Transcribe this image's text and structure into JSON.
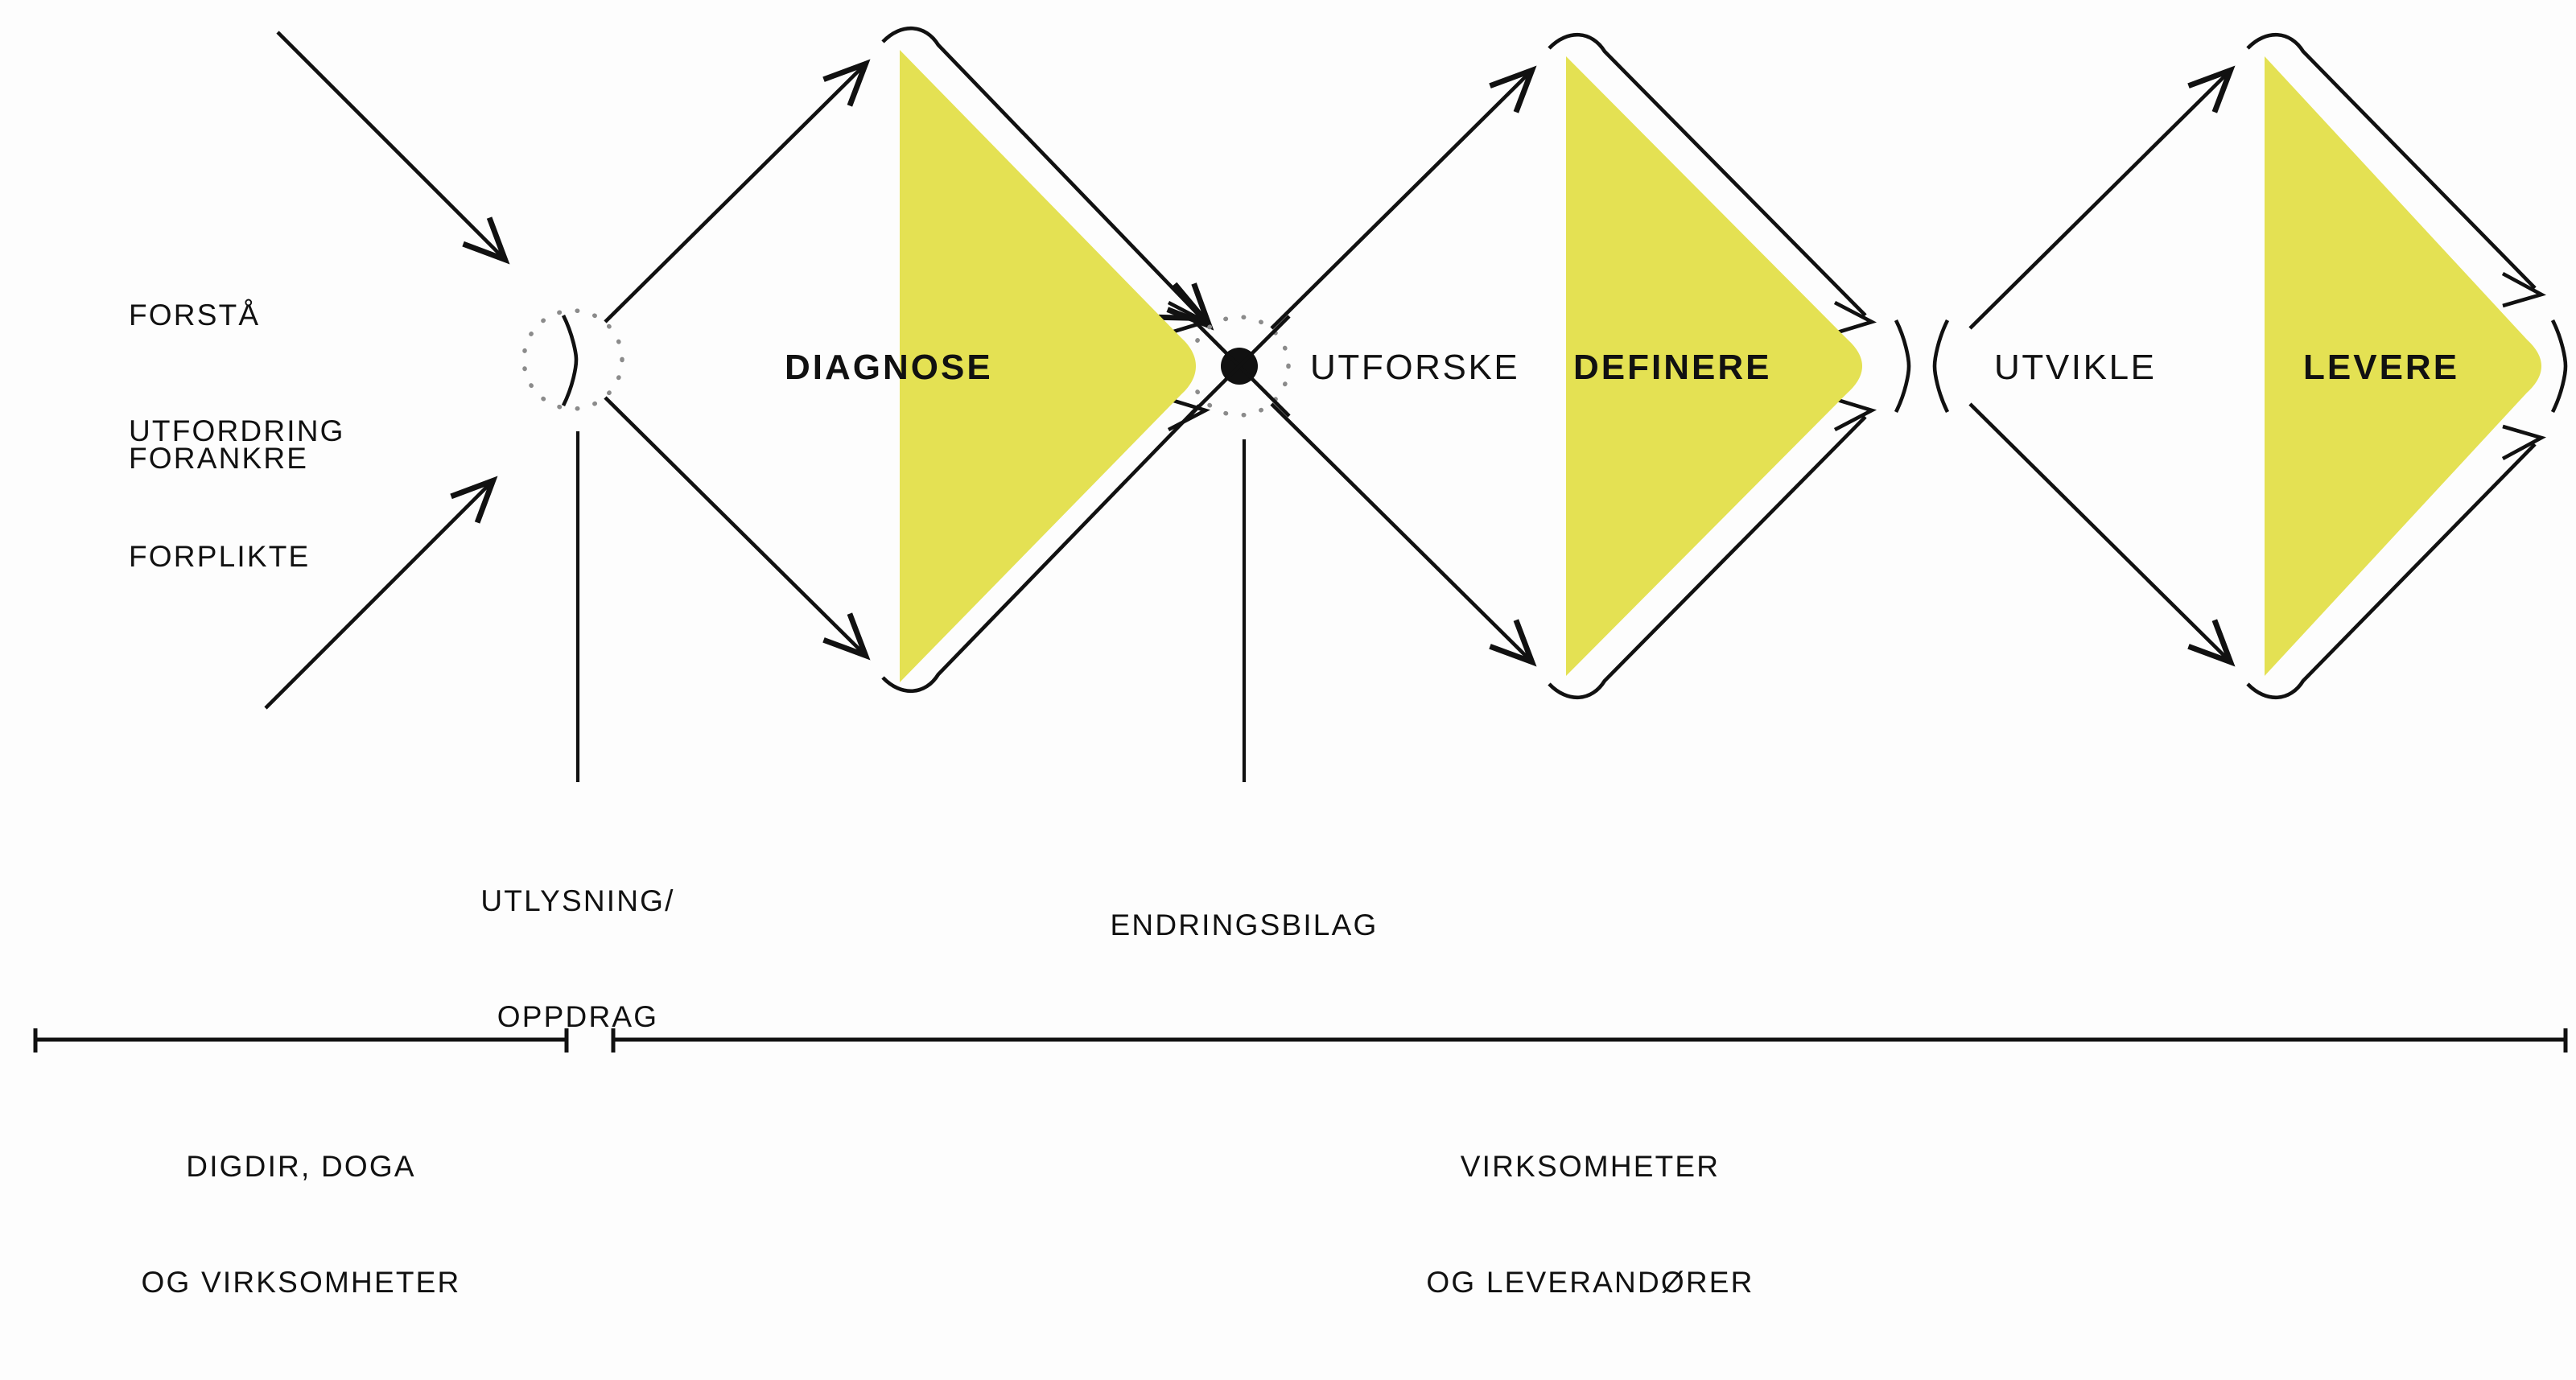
{
  "diagram": {
    "title_absent": true,
    "accent_color": "#E4E153",
    "line_color": "#111111",
    "background_color": "#FDFDFD",
    "entry_labels": [
      {
        "id": "forsta-utfordring",
        "line1": "FORSTÅ",
        "line2": "UTFORDRING"
      },
      {
        "id": "forankre",
        "line1": "FORANKRE",
        "line2": ""
      },
      {
        "id": "forplikte",
        "line1": "FORPLIKTE",
        "line2": ""
      }
    ],
    "stages": [
      {
        "id": "diagnose",
        "label": "DIAGNOSE",
        "style": "bold",
        "filled": true
      },
      {
        "id": "utforske",
        "label": "UTFORSKE",
        "style": "regular",
        "filled": false
      },
      {
        "id": "definere",
        "label": "DEFINERE",
        "style": "bold",
        "filled": true
      },
      {
        "id": "utvikle",
        "label": "UTVIKLE",
        "style": "regular",
        "filled": false
      },
      {
        "id": "levere",
        "label": "LEVERE",
        "style": "bold",
        "filled": true
      }
    ],
    "node_callouts": [
      {
        "id": "utlysning-oppdrag",
        "line1": "UTLYSNING/",
        "line2": "OPPDRAG",
        "marker": "dotted-circle"
      },
      {
        "id": "endringsbilag",
        "line1": "ENDRINGSBILAG",
        "line2": "",
        "marker": "filled-dot"
      }
    ],
    "brackets": [
      {
        "id": "bracket-left",
        "line1": "DIGDIR, DOGA",
        "line2": "OG VIRKSOMHETER"
      },
      {
        "id": "bracket-right",
        "line1": "VIRKSOMHETER",
        "line2": "OG LEVERANDØRER"
      }
    ]
  }
}
